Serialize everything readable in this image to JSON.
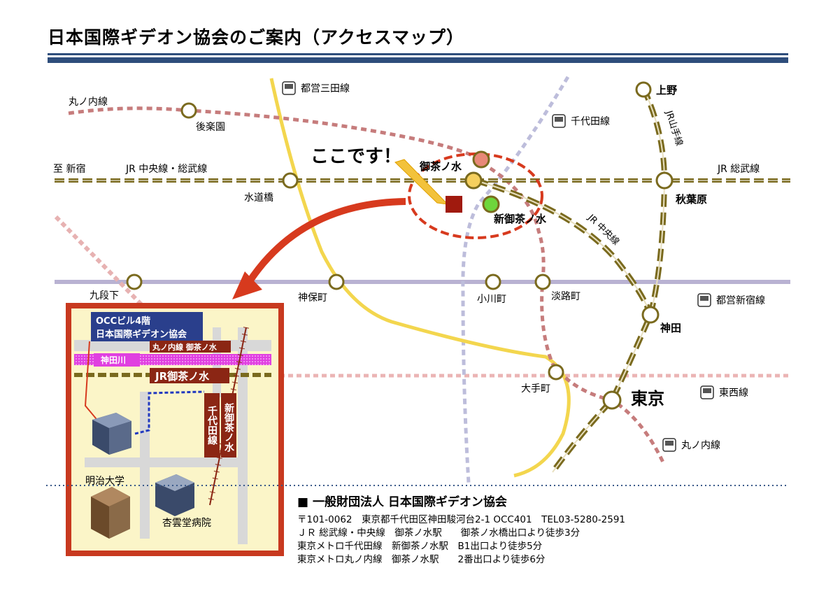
{
  "title": "日本国際ギデオン協会のご案内（アクセスマップ）",
  "map": {
    "here_label": "ここです！",
    "lines": {
      "marunouchi": "丸ノ内線",
      "mita": "都営三田線",
      "chiyoda": "千代田線",
      "jr_chuo_sobu": "JR 中央線・総武線",
      "jr_sobu": "JR 総武線",
      "jr_chuo": "JR 中央線",
      "jr_yamanote": "JR山手線",
      "shinjuku_line": "都営新宿線",
      "tozai": "東西線",
      "marunouchi_sw": "丸ノ内線"
    },
    "to_shinjuku": "至 新宿",
    "stations": {
      "korakuen": "後楽園",
      "suidobashi": "水道橋",
      "ochanomizu": "御茶ノ水",
      "shin_ochanomizu": "新御茶ノ水",
      "ueno": "上野",
      "akihabara": "秋葉原",
      "kudanshita": "九段下",
      "jimbocho": "神保町",
      "ogawamachi": "小川町",
      "awajicho": "淡路町",
      "kanda": "神田",
      "otemachi": "大手町",
      "tokyo": "東京"
    },
    "inset": {
      "building_label_1": "OCCビル4階",
      "building_label_2": "日本国際ギデオン協会",
      "marunouchi_ochanomizu": "丸ノ内線 御茶ノ水",
      "kandagawa": "神田川",
      "jr_ochanomizu": "JR御茶ノ水",
      "chiyoda_col": "千代田線",
      "shin_ochanomizu_col": "新御茶ノ水",
      "meiji_univ": "明治大学",
      "kyounkai_hospital": "杏雲堂病院"
    }
  },
  "footer": {
    "org": "■ 一般財団法人 日本国際ギデオン協会",
    "address": "〒101-0062　東京都千代田区神田駿河台2-1 OCC401　TEL03-5280-2591",
    "access": [
      "ＪＲ 総武線・中央線　御茶ノ水駅　　御茶ノ水橋出口より徒歩3分",
      "東京メトロ千代田線　新御茶ノ水駅　B1出口より徒歩5分",
      "東京メトロ丸ノ内線　御茶ノ水駅　　2番出口より徒歩6分"
    ]
  },
  "colors": {
    "title_rule": "#2e4d7b",
    "jr_line": "#7a6a1e",
    "marunouchi": "#c98080",
    "mita": "#f2d64a",
    "chiyoda": "#b8b8d8",
    "shinjuku": "#b8b0d0",
    "tozai_pink": "#e8b0b0",
    "accent_red": "#d73a1e",
    "inset_bg": "#fbf5c8",
    "inset_border": "#c8391f",
    "building_label_bg": "#2a3f8c",
    "dark_red_label": "#8b2614",
    "kandagawa": "#e040e0"
  }
}
